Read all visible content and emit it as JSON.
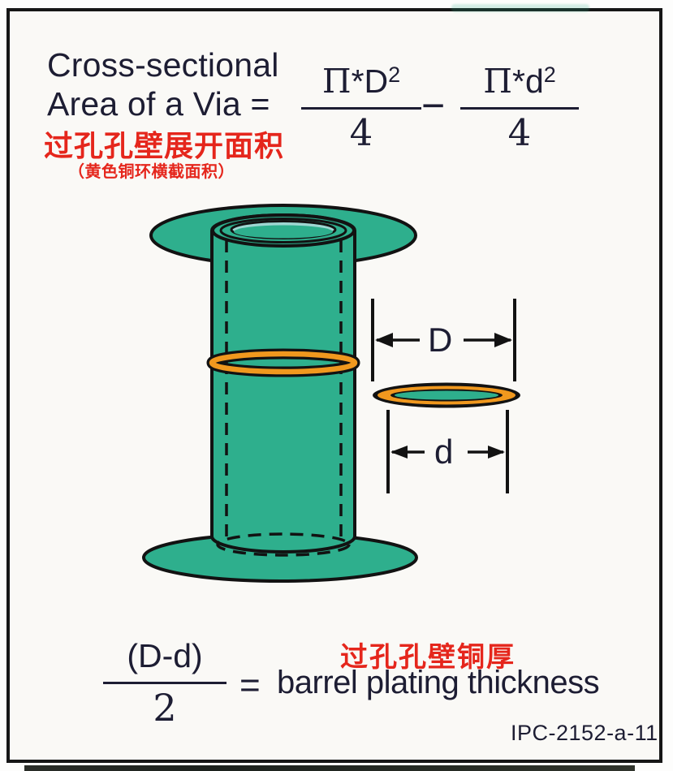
{
  "header": {
    "title_line1": "Cross-sectional",
    "title_line2": "Area of a Via =",
    "title_cn": "过孔孔壁展开面积",
    "title_cn_note": "（黄色铜环横截面积）"
  },
  "formula_area": {
    "frac1": {
      "pi": "Π",
      "star": "*",
      "variable": "D",
      "exponent": "2",
      "denominator": "4"
    },
    "minus": "−",
    "frac2": {
      "pi": "Π",
      "star": "*",
      "variable": "d",
      "exponent": "2",
      "denominator": "4"
    }
  },
  "diagram": {
    "outer_diameter_label": "D",
    "inner_diameter_label": "d"
  },
  "formula_thickness": {
    "numerator": "(D-d)",
    "denominator": "2",
    "equals": "=",
    "label_cn": "过孔孔壁铜厚",
    "label_en": "barrel plating thickness"
  },
  "footer": {
    "reference": "IPC-2152-a-11"
  },
  "colors": {
    "teal": "#2EAF8D",
    "orange": "#F0981E",
    "red": "#E5261C",
    "ink": "#1D1D33",
    "frame_border": "#161616"
  }
}
